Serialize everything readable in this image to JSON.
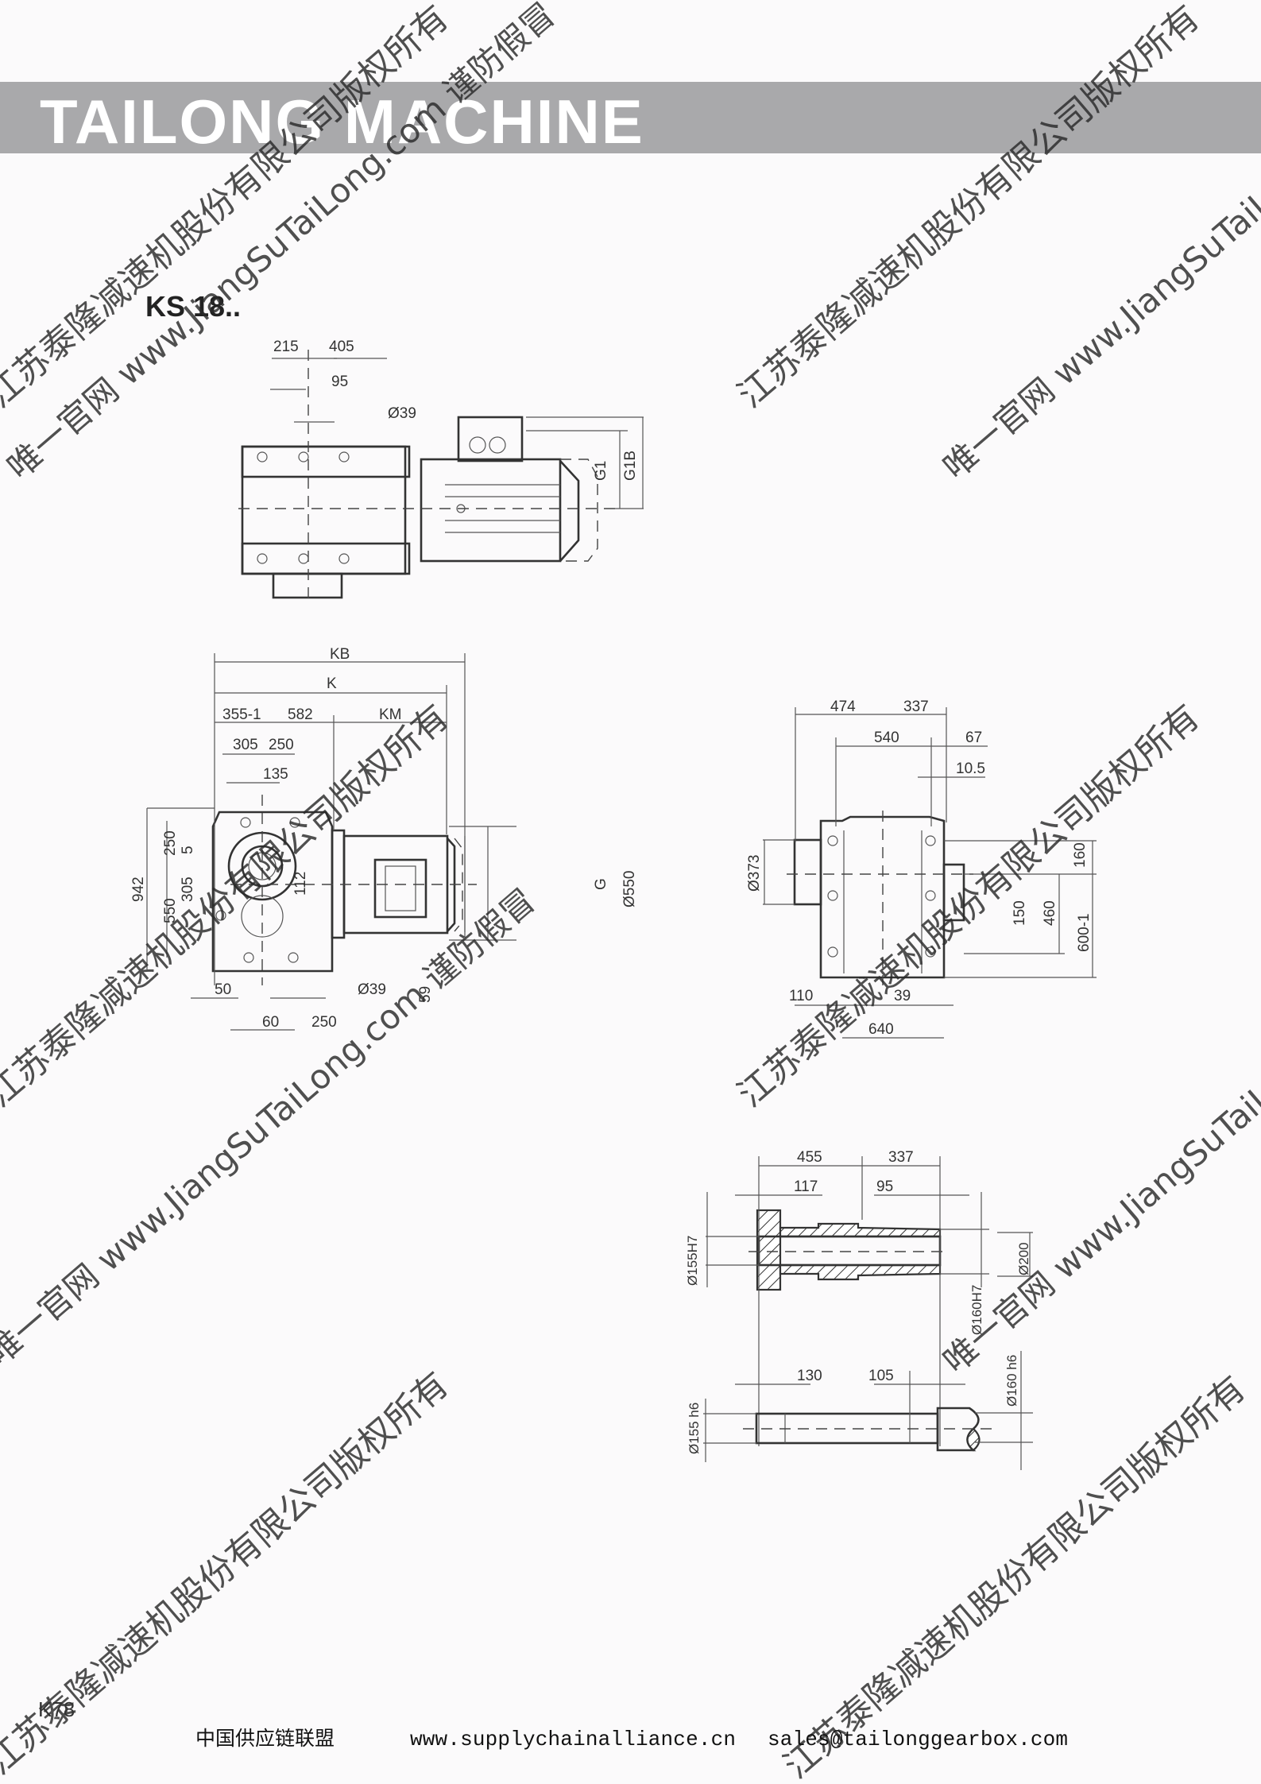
{
  "header": {
    "title": "TAILONG MACHINE"
  },
  "model": "KS 18..",
  "top_view": {
    "d215": "215",
    "d405": "405",
    "d95": "95",
    "d39": "Ø39",
    "g1": "G1",
    "g1b": "G1B"
  },
  "front_view": {
    "kb": "KB",
    "k": "K",
    "d355": "355-1",
    "d582": "582",
    "km": "KM",
    "d305a": "305",
    "d250a": "250",
    "d135": "135",
    "d942": "942",
    "d250b": "250",
    "d5": "5",
    "d305b": "305",
    "d550": "550",
    "d112": "112",
    "g": "G",
    "phi550": "Ø550",
    "d50": "50",
    "phi39": "Ø39",
    "d59": "59",
    "d60": "60",
    "d250c": "250"
  },
  "side_view": {
    "d474": "474",
    "d337": "337",
    "d540": "540",
    "d67": "67",
    "d10_5": "10.5",
    "phi373": "Ø373",
    "d160": "160",
    "d150": "150",
    "d460": "460",
    "d600": "600-1",
    "d110": "110",
    "d39": "39",
    "d640": "640"
  },
  "hollow_shaft": {
    "d455": "455",
    "d337": "337",
    "d117": "117",
    "d95": "95",
    "phi155h7": "Ø155H7",
    "phi160h7": "Ø160H7",
    "phi200": "Ø200"
  },
  "solid_shaft": {
    "d130": "130",
    "d105": "105",
    "phi155h6": "Ø155 h6",
    "phi160h6": "Ø160 h6"
  },
  "watermarks": {
    "copyright": "江苏泰隆减速机股份有限公司版权所有",
    "website": "唯一官网 www.JiangSuTaiLong.com 谨防假冒"
  },
  "page_number": "K78",
  "footer": {
    "org": "中国供应链联盟",
    "url": "www.supplychainalliance.cn",
    "email": "sales@tailonggearbox.com"
  }
}
